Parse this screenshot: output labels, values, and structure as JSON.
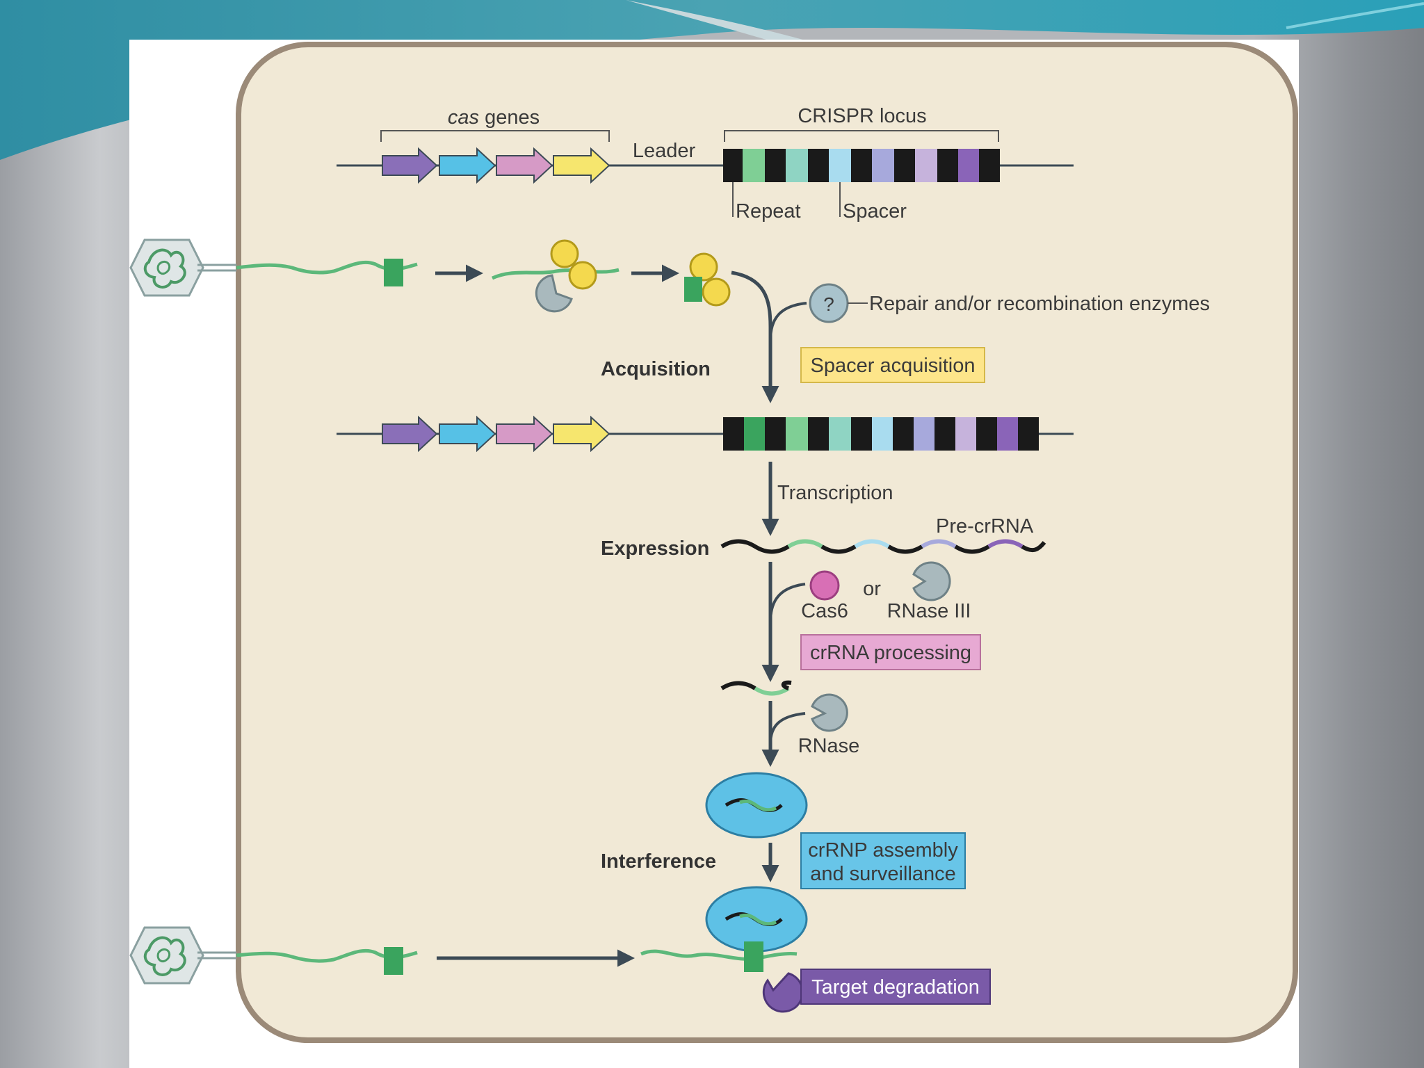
{
  "diagram": {
    "cas_genes_label_italic": "cas",
    "cas_genes_label_rest": " genes",
    "crispr_locus_label": "CRISPR locus",
    "leader_label": "Leader",
    "repeat_label": "Repeat",
    "spacer_label": "Spacer",
    "repair_label": "Repair and/or recombination enzymes",
    "question_mark": "?",
    "acquisition_label": "Acquisition",
    "spacer_acquisition_box": "Spacer acquisition",
    "transcription_label": "Transcription",
    "expression_label": "Expression",
    "pre_crrna_label": "Pre-crRNA",
    "cas6_label": "Cas6",
    "or_label": "or",
    "rnase3_label": "RNase III",
    "crrna_processing_box": "crRNA processing",
    "rnase_label": "RNase",
    "interference_label": "Interference",
    "crrnp_box_line1": "crRNP assembly",
    "crrnp_box_line2": "and surveillance",
    "target_degradation_box": "Target degradation"
  },
  "colors": {
    "cell_fill": "#f1e9d6",
    "cell_border": "#9b8a78",
    "gene_purple": "#8a6fb8",
    "gene_blue": "#56c1e6",
    "gene_pink": "#d69ac6",
    "gene_yellow": "#f6e66e",
    "dna_green": "#5cb87a",
    "acquisition_box": "#fde58a",
    "processing_box": "#e7a9d3",
    "crrnp_box": "#68c5e8",
    "degradation_box": "#7a5aa8"
  }
}
